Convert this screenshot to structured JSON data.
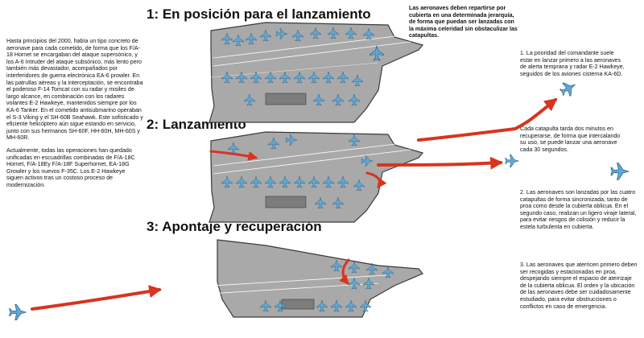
{
  "titles": {
    "step1": "1: En posición para el lanzamiento",
    "step2": "2: Lanzamiento",
    "step3": "3: Apontaje y recuperación"
  },
  "intro_note": "Las aeronaves deben repartirse por cubierta en una determinada jerarquía, de forma que puedan ser lanzadas con la máxima celeridad sin obstaculizar las catapultas.",
  "left_text": {
    "paragraph1": "Hasta principios del 2000, había un tipo concreto de aeronave para cada cometido, de forma que los F/A-18 Hornet se encargaban del ataque supersónico, y los A-6 Intruder del ataque subsónico, más lento pero también más devastador, acompañados por interferidores de guerra electrónica EA-6 prowler. En las patrullas aéreas y la interceptación, se encontraba el poderoso F-14 Tomcat con su radar y misiles de largo alcance, en combinación con los radares volantes E-2 Hawkeye, mantenidos siempre por los KA-6 Tanker. En el cometido antisubmarino operaban el S-3 Viking y el SH-60B Seahawk. Este sofisticado y eficiente helicóptero aún sigue estando en servicio, junto con sus hermanos SH-60F, HH-60H, MH-60S y MH-60R.",
    "paragraph2": "Actualmente, todas las operaciones han quedado unificadas en escuadrillas combinadas de F/A-18C Hornet, F/A-18Ey F/A-18F Superhornet, EA-18G Growler y los nuevos F-35C. Los E-2 Hawkeye siguen activos tras un costoso proceso de modernización."
  },
  "right_notes": {
    "note1": "1. La prioridad del comandante suele estar en lanzar primero a las aeronaves de alerta temprana y radar E-2 Hawkeye, seguidos de los aviones cisterna KA-6D.",
    "note_catapult": "Cada catapulta tarda dos minutos en recuperarse, de forma que intercalando su uso, se puede lanzar una aeronave cada 30 segundos.",
    "note2": "2. Las aeronaves son lanzadas por las cuatro catapultas de forma sincronizada, tanto de proa como desde la cubierta oblicua. En el segundo caso, realizan un ligero viraje lateral, para evitar riesgos de colisión y reducir la estela turbulenta en cubierta.",
    "note3": "3. Las aeronaves que aterricen primero deben ser recogidas y estacionadas en proa, despejando siempre el espacio de aterrizaje de la cubierta oblicua. El orden y la ubicación de las aeronaves debe ser cuidadosamente estudiado, para evitar obstrucciones o conflictos en caso de emergencia."
  },
  "colors": {
    "deck": "#a9a9a9",
    "deck_edge": "#3a3a3a",
    "aircraft": "#5fa8d6",
    "arrow": "#d8341f",
    "text": "#111111"
  },
  "icons": [
    "carrier-deck",
    "aircraft-icon",
    "arrow-icon"
  ]
}
